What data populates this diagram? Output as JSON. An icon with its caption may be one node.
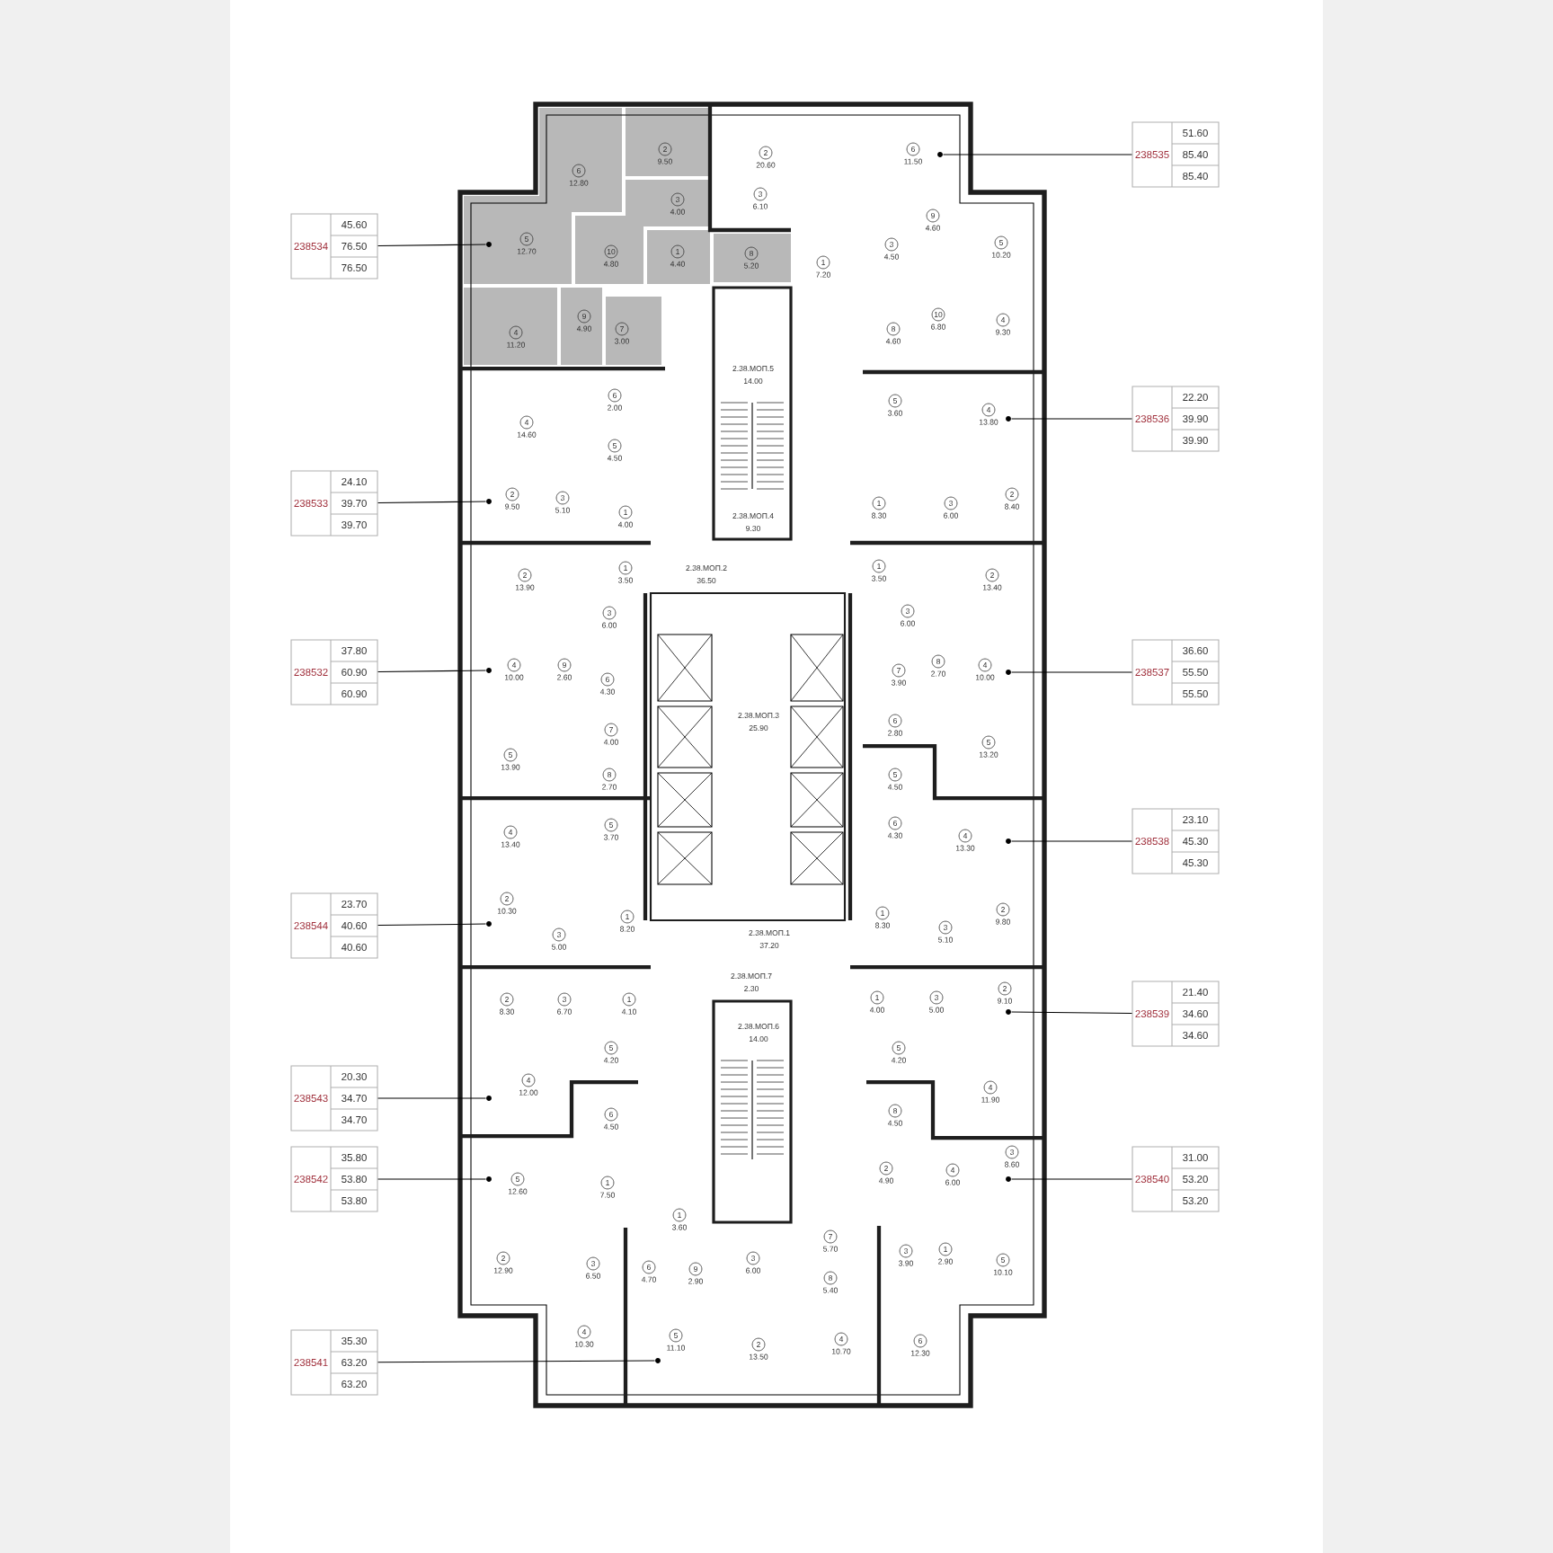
{
  "diagram": {
    "nodes": [
      {
        "text": [
          "238535",
          "51.60",
          "85.40",
          "85.40"
        ]
      },
      {
        "text": [
          "238534",
          "45.60",
          "76.50",
          "76.50"
        ]
      },
      {
        "text": [
          "238536",
          "22.20",
          "39.90",
          "39.90"
        ]
      },
      {
        "text": [
          "238533",
          "24.10",
          "39.70",
          "39.70"
        ]
      },
      {
        "text": [
          "238532",
          "37.80",
          "60.90",
          "60.90"
        ]
      },
      {
        "text": [
          "238537",
          "36.60",
          "55.50",
          "55.50"
        ]
      },
      {
        "text": [
          "238538",
          "23.10",
          "45.30",
          "45.30"
        ]
      },
      {
        "text": [
          "238544",
          "23.70",
          "40.60",
          "40.60"
        ]
      },
      {
        "text": [
          "238539",
          "21.40",
          "34.60",
          "34.60"
        ]
      },
      {
        "text": [
          "238543",
          "20.30",
          "34.70",
          "34.70"
        ]
      },
      {
        "text": [
          "238540",
          "31.00",
          "53.20",
          "53.20"
        ]
      },
      {
        "text": [
          "238542",
          "35.80",
          "53.80",
          "53.80"
        ]
      },
      {
        "text": [
          "238541",
          "35.30",
          "63.20",
          "63.20"
        ]
      },
      {
        "text": [],
        "shape": "circle"
      },
      {
        "text": [],
        "shape": "circle"
      },
      {
        "text": [],
        "shape": "circle"
      },
      {
        "text": [],
        "shape": "circle"
      },
      {
        "text": [],
        "shape": "circle"
      },
      {
        "text": [],
        "shape": "circle"
      },
      {
        "text": [],
        "shape": "circle"
      },
      {
        "text": [],
        "shape": "circle"
      },
      {
        "text": [],
        "shape": "circle"
      },
      {
        "text": [],
        "shape": "circle"
      },
      {
        "text": [],
        "shape": "circle"
      },
      {
        "text": [],
        "shape": "circle"
      },
      {
        "text": [],
        "shape": "circle"
      },
      {
        "text": [
          "6"
        ],
        "beside": [
          "12.80"
        ]
      },
      {
        "text": [
          "2"
        ],
        "beside": [
          "9.50"
        ]
      },
      {
        "text": [
          "2"
        ],
        "beside": [
          "20.60"
        ]
      },
      {
        "text": [
          "3"
        ],
        "beside": [
          "4.00"
        ]
      },
      {
        "text": [
          "3"
        ],
        "beside": [
          "6.10"
        ]
      },
      {
        "text": [
          "5"
        ],
        "beside": [
          "12.70"
        ]
      },
      {
        "text": [
          "10"
        ],
        "beside": [
          "4.80"
        ]
      },
      {
        "text": [
          "1"
        ],
        "beside": [
          "4.40"
        ]
      },
      {
        "text": [
          "8"
        ],
        "beside": [
          "5.20"
        ]
      },
      {
        "text": [
          "9"
        ],
        "beside": [
          "4.90"
        ]
      },
      {
        "text": [
          "7"
        ],
        "beside": [
          "3.00"
        ]
      },
      {
        "text": [
          "4"
        ],
        "beside": [
          "11.20"
        ]
      },
      {
        "text": [
          "6"
        ],
        "beside": [
          "2.00"
        ]
      },
      {
        "text": [
          "4"
        ],
        "beside": [
          "14.60"
        ]
      },
      {
        "text": [
          "5"
        ],
        "beside": [
          "4.50"
        ]
      },
      {
        "text": [
          "2"
        ],
        "beside": [
          "9.50"
        ]
      },
      {
        "text": [
          "3"
        ],
        "beside": [
          "5.10"
        ]
      },
      {
        "text": [
          "1"
        ],
        "beside": [
          "4.00"
        ]
      },
      {
        "text": [
          "6"
        ],
        "beside": [
          "11.50"
        ]
      },
      {
        "text": [
          "9"
        ],
        "beside": [
          "4.60"
        ]
      },
      {
        "text": [
          "3"
        ],
        "beside": [
          "4.50"
        ]
      },
      {
        "text": [
          "5"
        ],
        "beside": [
          "10.20"
        ]
      },
      {
        "text": [
          "1"
        ],
        "beside": [
          "7.20"
        ]
      },
      {
        "text": [
          "10"
        ],
        "beside": [
          "6.80"
        ]
      },
      {
        "text": [
          "4"
        ],
        "beside": [
          "9.30"
        ]
      },
      {
        "text": [
          "8"
        ],
        "beside": [
          "4.60"
        ]
      },
      {
        "text": [
          "5"
        ],
        "beside": [
          "3.60"
        ]
      },
      {
        "text": [
          "4"
        ],
        "beside": [
          "13.80"
        ]
      },
      {
        "text": [
          "1"
        ],
        "beside": [
          "8.30"
        ]
      },
      {
        "text": [
          "3"
        ],
        "beside": [
          "6.00"
        ]
      },
      {
        "text": [
          "2"
        ],
        "beside": [
          "8.40"
        ]
      },
      {
        "text": [
          "2"
        ],
        "beside": [
          "13.90"
        ]
      },
      {
        "text": [
          "1"
        ],
        "beside": [
          "3.50"
        ]
      },
      {
        "text": [
          "3"
        ],
        "beside": [
          "6.00"
        ]
      },
      {
        "text": [
          "4"
        ],
        "beside": [
          "10.00"
        ]
      },
      {
        "text": [
          "9"
        ],
        "beside": [
          "2.60"
        ]
      },
      {
        "text": [
          "6"
        ],
        "beside": [
          "4.30"
        ]
      },
      {
        "text": [
          "7"
        ],
        "beside": [
          "4.00"
        ]
      },
      {
        "text": [
          "5"
        ],
        "beside": [
          "13.90"
        ]
      },
      {
        "text": [
          "8"
        ],
        "beside": [
          "2.70"
        ]
      },
      {
        "text": [
          "5"
        ],
        "beside": [
          "3.70"
        ]
      },
      {
        "text": [
          "4"
        ],
        "beside": [
          "13.40"
        ]
      },
      {
        "text": [
          "2"
        ],
        "beside": [
          "10.30"
        ]
      },
      {
        "text": [
          "1"
        ],
        "beside": [
          "8.20"
        ]
      },
      {
        "text": [
          "3"
        ],
        "beside": [
          "5.00"
        ]
      },
      {
        "text": [
          "1"
        ],
        "beside": [
          "3.50"
        ]
      },
      {
        "text": [
          "2"
        ],
        "beside": [
          "13.40"
        ]
      },
      {
        "text": [
          "3"
        ],
        "beside": [
          "6.00"
        ]
      },
      {
        "text": [
          "8"
        ],
        "beside": [
          "2.70"
        ]
      },
      {
        "text": [
          "7"
        ],
        "beside": [
          "3.90"
        ]
      },
      {
        "text": [
          "4"
        ],
        "beside": [
          "10.00"
        ]
      },
      {
        "text": [
          "6"
        ],
        "beside": [
          "2.80"
        ]
      },
      {
        "text": [
          "5"
        ],
        "beside": [
          "13.20"
        ]
      },
      {
        "text": [
          "5"
        ],
        "beside": [
          "4.50"
        ]
      },
      {
        "text": [
          "6"
        ],
        "beside": [
          "4.30"
        ]
      },
      {
        "text": [
          "4"
        ],
        "beside": [
          "13.30"
        ]
      },
      {
        "text": [
          "2"
        ],
        "beside": [
          "9.80"
        ]
      },
      {
        "text": [
          "1"
        ],
        "beside": [
          "8.30"
        ]
      },
      {
        "text": [
          "3"
        ],
        "beside": [
          "5.10"
        ]
      },
      {
        "text": [
          "2"
        ],
        "beside": [
          "8.30"
        ]
      },
      {
        "text": [
          "3"
        ],
        "beside": [
          "6.70"
        ]
      },
      {
        "text": [
          "1"
        ],
        "beside": [
          "4.10"
        ]
      },
      {
        "text": [
          "5"
        ],
        "beside": [
          "4.20"
        ]
      },
      {
        "text": [
          "4"
        ],
        "beside": [
          "12.00"
        ]
      },
      {
        "text": [
          "6"
        ],
        "beside": [
          "4.50"
        ]
      },
      {
        "text": [
          "5"
        ],
        "beside": [
          "12.60"
        ]
      },
      {
        "text": [
          "1"
        ],
        "beside": [
          "7.50"
        ]
      },
      {
        "text": [
          "1"
        ],
        "beside": [
          "3.60"
        ]
      },
      {
        "text": [
          "2"
        ],
        "beside": [
          "12.90"
        ]
      },
      {
        "text": [
          "3"
        ],
        "beside": [
          "6.50"
        ]
      },
      {
        "text": [
          "6"
        ],
        "beside": [
          "4.70"
        ]
      },
      {
        "text": [
          "9"
        ],
        "beside": [
          "2.90"
        ]
      },
      {
        "text": [
          "3"
        ],
        "beside": [
          "6.00"
        ]
      },
      {
        "text": [
          "5"
        ],
        "beside": [
          "11.10"
        ]
      },
      {
        "text": [
          "4"
        ],
        "beside": [
          "10.30"
        ]
      },
      {
        "text": [
          "2"
        ],
        "beside": [
          "13.50"
        ]
      },
      {
        "text": [
          "1"
        ],
        "beside": [
          "4.00"
        ]
      },
      {
        "text": [
          "3"
        ],
        "beside": [
          "5.00"
        ]
      },
      {
        "text": [
          "2"
        ],
        "beside": [
          "9.10"
        ]
      },
      {
        "text": [
          "5"
        ],
        "beside": [
          "4.20"
        ]
      },
      {
        "text": [
          "8"
        ],
        "beside": [
          "4.50"
        ]
      },
      {
        "text": [
          "4"
        ],
        "beside": [
          "11.90"
        ]
      },
      {
        "text": [
          "3"
        ],
        "beside": [
          "8.60"
        ]
      },
      {
        "text": [
          "2"
        ],
        "beside": [
          "4.90"
        ]
      },
      {
        "text": [
          "4"
        ],
        "beside": [
          "6.00"
        ]
      },
      {
        "text": [
          "7"
        ],
        "beside": [
          "5.70"
        ]
      },
      {
        "text": [
          "1"
        ],
        "beside": [
          "2.90"
        ]
      },
      {
        "text": [
          "3"
        ],
        "beside": [
          "3.90"
        ]
      },
      {
        "text": [
          "5"
        ],
        "beside": [
          "10.10"
        ]
      },
      {
        "text": [
          "8"
        ],
        "beside": [
          "5.40"
        ]
      },
      {
        "text": [
          "4"
        ],
        "beside": [
          "10.70"
        ]
      },
      {
        "text": [
          "6"
        ],
        "beside": [
          "12.30"
        ]
      }
    ],
    "edges": [
      {
        "from": 0,
        "to": 13,
        "arrow": "none"
      },
      {
        "from": 1,
        "to": 14,
        "arrow": "none"
      },
      {
        "from": 2,
        "to": 15,
        "arrow": "none"
      },
      {
        "from": 3,
        "to": 16,
        "arrow": "none"
      },
      {
        "from": 4,
        "to": 17,
        "arrow": "none"
      },
      {
        "from": 5,
        "to": 18,
        "arrow": "none"
      },
      {
        "from": 6,
        "to": 19,
        "arrow": "none"
      },
      {
        "from": 7,
        "to": 20,
        "arrow": "none"
      },
      {
        "from": 8,
        "to": 21,
        "arrow": "none"
      },
      {
        "from": 9,
        "to": 22,
        "arrow": "none"
      },
      {
        "from": 10,
        "to": 23,
        "arrow": "none"
      },
      {
        "from": 11,
        "to": 24,
        "arrow": "none"
      },
      {
        "from": 12,
        "to": 25,
        "arrow": "none"
      }
    ],
    "labels": [
      "2.38.МОП.5",
      "14.00",
      "2.38.МОП.4",
      "9.30",
      "2.38.МОП.2",
      "36.50",
      "2.38.МОП.3",
      "25.90",
      "2.38.МОП.1",
      "37.20",
      "2.38.МОП.7",
      "2.30",
      "2.38.МОП.6",
      "14.00"
    ]
  }
}
